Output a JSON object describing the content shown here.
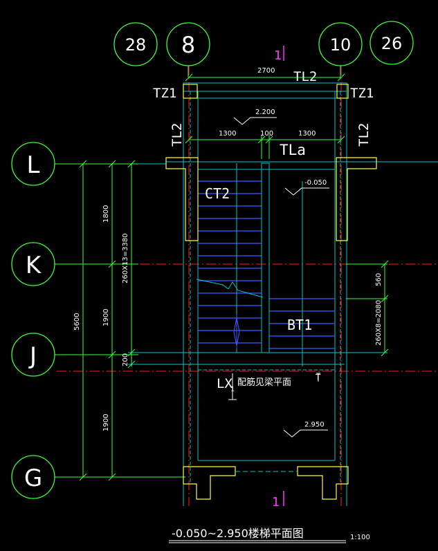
{
  "axes": {
    "top": [
      "28",
      "8",
      "10",
      "26"
    ],
    "left": [
      "L",
      "K",
      "J",
      "G"
    ]
  },
  "section_mark": "1",
  "labels": {
    "beam_top": "TL2",
    "column_left": "TZ1",
    "column_right": "TZ1",
    "beam_left_side": "TL2",
    "beam_right_side": "TL2",
    "beam_mid": "TLa",
    "stair_ct2": "CT2",
    "stair_bt1": "BT1",
    "lx": "LX",
    "lx_sub": "1",
    "lx_note": "配筋见梁平面",
    "t_mark": "T"
  },
  "dims": {
    "top_total": "2700",
    "top_left": "1300",
    "top_mid": "100",
    "top_right": "1300",
    "left_total": "5600",
    "left_a": "1800",
    "left_b": "1900",
    "left_c": "1900",
    "left_d": "200",
    "left_steps": "260X13=3380",
    "right_a": "560",
    "right_steps": "260X8=2080"
  },
  "elevations": {
    "e1": "2.200",
    "e2": "-0.050",
    "e3": "2.950"
  },
  "title": "-0.050~2.950楼梯平面图",
  "scale": "1:100"
}
